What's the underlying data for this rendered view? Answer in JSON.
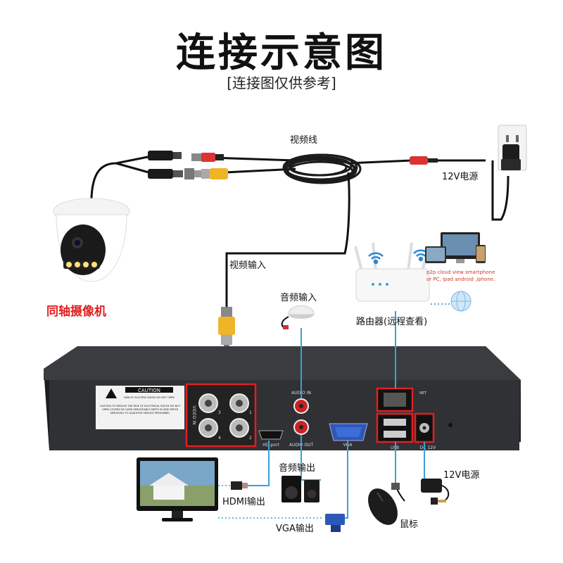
{
  "title": "连接示意图",
  "subtitle": "[连接图仅供参考]",
  "labels": {
    "video_cable": "视频线",
    "power_12v_top": "12V电源",
    "video_input": "视频输入",
    "coax_camera": "同轴摄像机",
    "audio_input": "音频输入",
    "router": "路由器(远程查看)",
    "audio_output": "音频输出",
    "hdmi_output": "HDMI输出",
    "vga_output": "VGA输出",
    "power_12v_bottom": "12V电源",
    "mouse": "鼠标"
  },
  "p2p_text": {
    "line1": "p2p cloud  view smartphone",
    "line2": "or PC, ipad android ,iphone."
  },
  "panel": {
    "caution_title": "CAUTION",
    "caution_sub": "RISK OF ELECTRIC SHOCK DO NOT OPEN",
    "caution_body": "CAUTION TO REDUCE THE RISK OF ELECTRICAL SHOCK DO NOT OPEN COVERS NO USER SERVICEABLE PARTS IN SIDE REFER SERVICING TO QUALIFIED SERVICE PERSONNEL",
    "video_in": "VIDEO IN",
    "ch1": "1",
    "ch2": "2",
    "ch3": "3",
    "ch4": "4",
    "audio_in": "AUDIO IN",
    "audio_out": "AUDIO OUT",
    "hd_port": "HD-port",
    "vga": "VGA",
    "usb": "USB",
    "dc12v": "DC 12V",
    "net": "NET"
  },
  "colors": {
    "cable_blue": "#3aa0d8",
    "highlight_red": "#e02020",
    "dvr_body": "#2b2d31"
  }
}
